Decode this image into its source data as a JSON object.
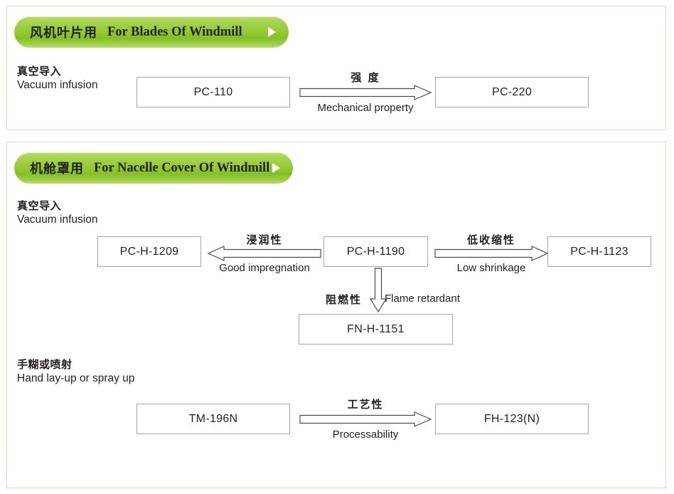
{
  "theme": {
    "panel_border": "#c9e5b4",
    "pill_green_light": "#b9dc6a",
    "pill_green_dark": "#84c028",
    "box_border": "#a6a6a6",
    "text": "#231f20",
    "arrow_stroke": "#4d4d4d"
  },
  "sections": [
    {
      "id": "blades",
      "header": {
        "cn": "风机叶片用",
        "en": "For Blades Of Windmill",
        "arrow_icon": "play-triangle-icon"
      },
      "processes": [
        {
          "id": "vacuum-infusion",
          "cn": "真空导入",
          "en": "Vacuum infusion",
          "boxes": [
            {
              "id": "pc-110",
              "label": "PC-110"
            },
            {
              "id": "pc-220",
              "label": "PC-220"
            }
          ],
          "arrows": [
            {
              "id": "mechanical-property",
              "direction": "right",
              "cn": "强 度",
              "en": "Mechanical property"
            }
          ]
        }
      ]
    },
    {
      "id": "nacelle",
      "header": {
        "cn": "机舱罩用",
        "en": "For Nacelle Cover Of Windmill",
        "arrow_icon": "play-triangle-icon"
      },
      "processes": [
        {
          "id": "vacuum-infusion",
          "cn": "真空导入",
          "en": "Vacuum infusion",
          "boxes": [
            {
              "id": "pc-h-1209",
              "label": "PC-H-1209"
            },
            {
              "id": "pc-h-1190",
              "label": "PC-H-1190"
            },
            {
              "id": "pc-h-1123",
              "label": "PC-H-1123"
            },
            {
              "id": "fn-h-1151",
              "label": "FN-H-1151"
            }
          ],
          "arrows": [
            {
              "id": "good-impregnation",
              "direction": "left",
              "cn": "浸润性",
              "en": "Good impregnation"
            },
            {
              "id": "low-shrinkage",
              "direction": "right",
              "cn": "低收缩性",
              "en": "Low shrinkage"
            },
            {
              "id": "flame-retardant",
              "direction": "down",
              "cn": "阻燃性",
              "en": "Flame retardant"
            }
          ]
        },
        {
          "id": "hand-layup",
          "cn": "手糊或喷射",
          "en": "Hand lay-up or spray up",
          "boxes": [
            {
              "id": "tm-196n",
              "label": "TM-196N"
            },
            {
              "id": "fh-123n",
              "label": "FH-123(N)"
            }
          ],
          "arrows": [
            {
              "id": "processability",
              "direction": "right",
              "cn": "工艺性",
              "en": "Processability"
            }
          ]
        }
      ]
    }
  ]
}
